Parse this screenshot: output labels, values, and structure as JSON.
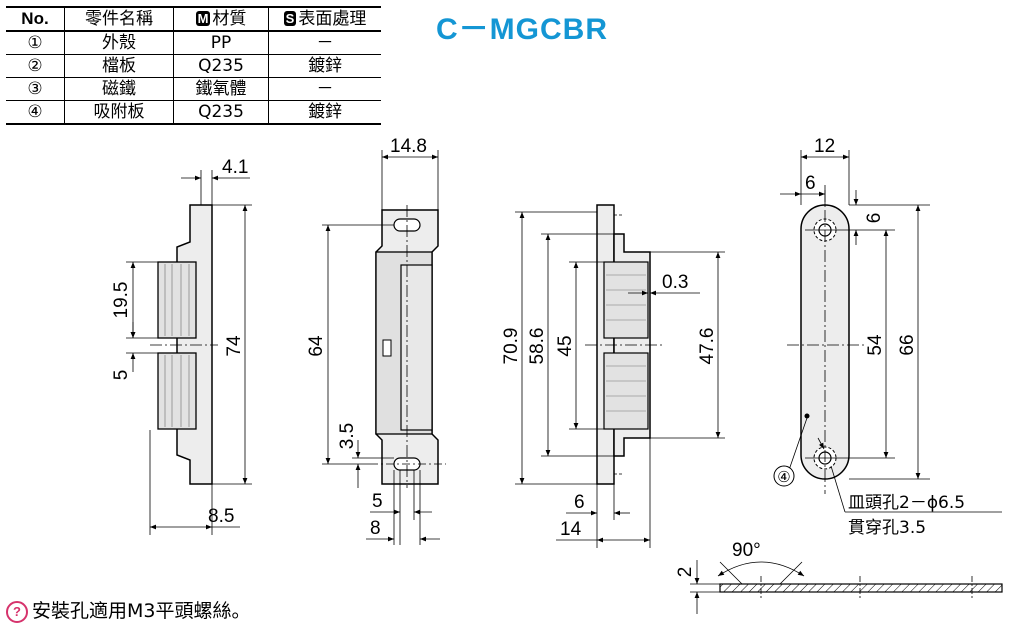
{
  "title": "C－MGCBR",
  "table": {
    "headers": {
      "no": "No.",
      "name": "零件名稱",
      "material_badge": "M",
      "material": "材質",
      "surface_badge": "S",
      "surface": "表面處理"
    },
    "rows": [
      {
        "no": "①",
        "name": "外殼",
        "material": "PP",
        "surface": "－"
      },
      {
        "no": "②",
        "name": "檔板",
        "material": "Q235",
        "surface": "鍍鋅"
      },
      {
        "no": "③",
        "name": "磁鐵",
        "material": "鐵氧體",
        "surface": "－"
      },
      {
        "no": "④",
        "name": "吸附板",
        "material": "Q235",
        "surface": "鍍鋅"
      }
    ]
  },
  "dimensions": {
    "view1": {
      "top_width": "4.1",
      "gap_upper": "19.5",
      "gap_lower": "5",
      "total_height": "74",
      "bottom_width": "8.5"
    },
    "view2": {
      "top_width": "14.8",
      "hole_pitch": "64",
      "hole_offset": "3.5",
      "slot_width": "5",
      "slot_length": "8"
    },
    "view3": {
      "h_total": "70.9",
      "h_body": "58.6",
      "h_magnet": "45",
      "h_plate": "47.6",
      "gap": "0.3",
      "depth_flange": "6",
      "depth_total": "14"
    },
    "view4": {
      "width_total": "12",
      "width_half": "6",
      "hole_offset": "6",
      "hole_pitch": "54",
      "length_total": "66",
      "part_marker": "④",
      "hole_spec": "皿頭孔2－ϕ6.5",
      "hole_through": "貫穿孔3.5"
    },
    "view5": {
      "angle": "90°",
      "thickness": "2"
    }
  },
  "note": {
    "icon": "?",
    "text": "安裝孔適用M3平頭螺絲。"
  }
}
